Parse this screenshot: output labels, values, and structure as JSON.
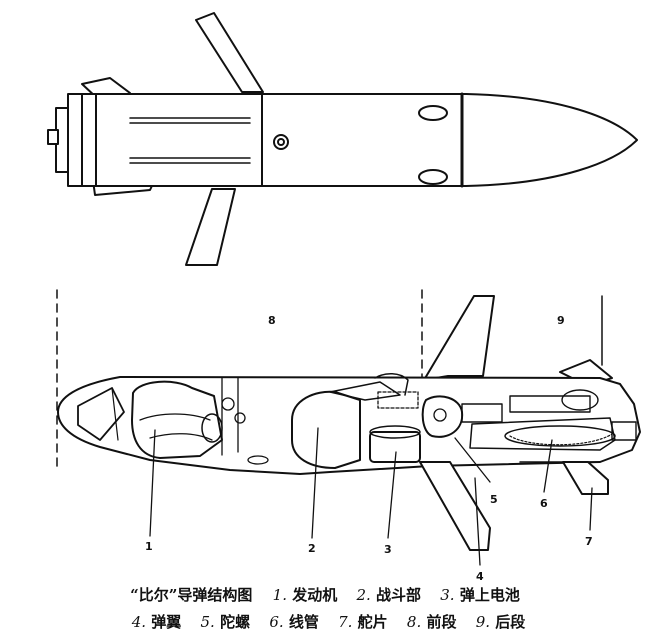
{
  "caption": {
    "title": "“比尔”导弹结构图",
    "line1": [
      {
        "num": "1.",
        "text": "发动机"
      },
      {
        "num": "2.",
        "text": "战斗部"
      },
      {
        "num": "3.",
        "text": "弹上电池"
      }
    ],
    "line2": [
      {
        "num": "4.",
        "text": "弹翼"
      },
      {
        "num": "5.",
        "text": "陀螺"
      },
      {
        "num": "6.",
        "text": "线管"
      },
      {
        "num": "7.",
        "text": "舵片"
      },
      {
        "num": "8.",
        "text": "前段"
      },
      {
        "num": "9.",
        "text": "后段"
      }
    ]
  },
  "callouts": {
    "n1": "1",
    "n2": "2",
    "n3": "3",
    "n4": "4",
    "n5": "5",
    "n6": "6",
    "n7": "7",
    "n8": "8",
    "n9": "9"
  }
}
